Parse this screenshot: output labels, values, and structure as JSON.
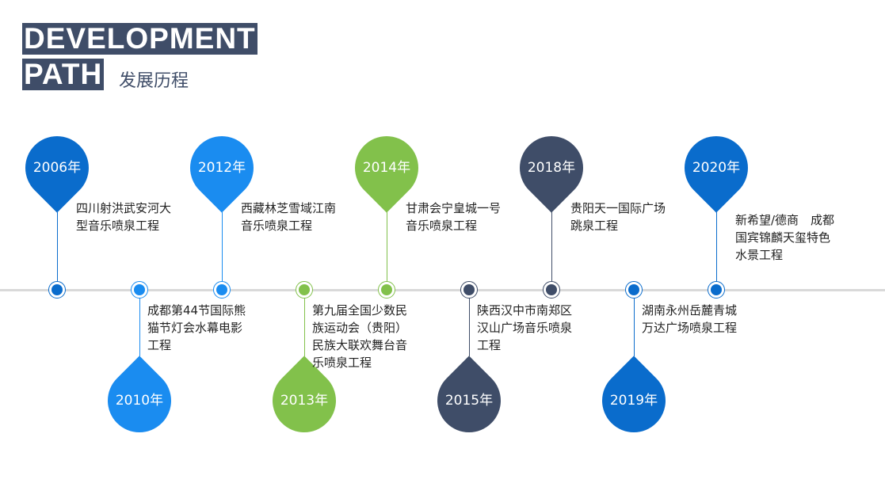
{
  "header": {
    "title_line1": "DEVELOPMENT",
    "title_line2": "PATH",
    "subtitle": "发展历程"
  },
  "colors": {
    "dark_blue": "#0a6ccc",
    "light_blue": "#1a8cf0",
    "green": "#82c14b",
    "slate": "#3f4d68"
  },
  "milestones": [
    {
      "year": "2006年",
      "position": "top",
      "color": "#0a6ccc",
      "text": "四川射洪武安河大\n型音乐喷泉工程"
    },
    {
      "year": "2010年",
      "position": "bottom",
      "color": "#1a8cf0",
      "text": "成都第44节国际熊\n猫节灯会水幕电影\n工程"
    },
    {
      "year": "2012年",
      "position": "top",
      "color": "#1a8cf0",
      "text": "西藏林芝雪域江南\n音乐喷泉工程"
    },
    {
      "year": "2013年",
      "position": "bottom",
      "color": "#82c14b",
      "text": "第九届全国少数民\n族运动会（贵阳）\n民族大联欢舞台音\n乐喷泉工程"
    },
    {
      "year": "2014年",
      "position": "top",
      "color": "#82c14b",
      "text": "甘肃会宁皇城一号\n音乐喷泉工程"
    },
    {
      "year": "2015年",
      "position": "bottom",
      "color": "#3f4d68",
      "text": "陕西汉中市南郑区\n汉山广场音乐喷泉\n工程"
    },
    {
      "year": "2018年",
      "position": "top",
      "color": "#3f4d68",
      "text": "贵阳天一国际广场\n跳泉工程"
    },
    {
      "year": "2019年",
      "position": "bottom",
      "color": "#0a6ccc",
      "text": "湖南永州岳麓青城\n万达广场喷泉工程"
    },
    {
      "year": "2020年",
      "position": "top",
      "color": "#0a6ccc",
      "text": "新希望/德商　成都\n国宾锦麟天玺特色\n水景工程"
    }
  ]
}
